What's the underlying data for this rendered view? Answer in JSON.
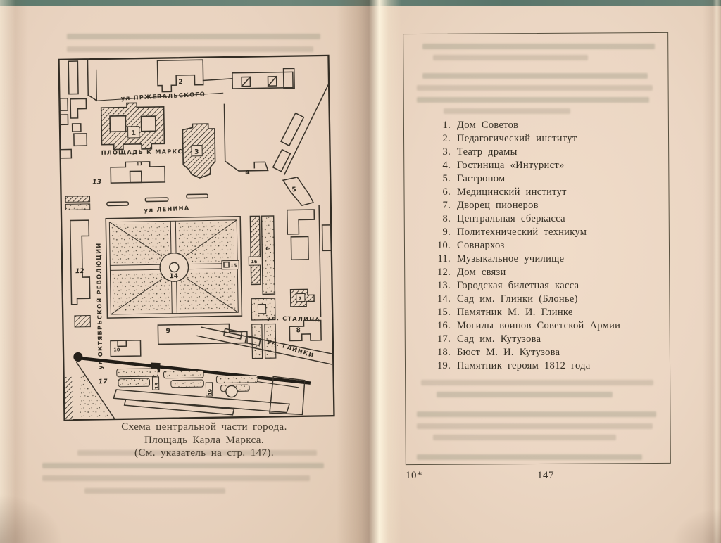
{
  "left_page": {
    "map": {
      "streets": {
        "przhevalskogo": "ул ПРЖЕВАЛЬСКОГО",
        "marksa_square": "ПЛОЩАДЬ К МАРКСА",
        "lenina": "ул ЛЕНИНА",
        "oktyabrskoy_revolyutsii": "ул ОКТЯБРЬСКОЙ РЕВОЛЮЦИИ",
        "stalina": "ул. СТАЛИНА",
        "glinki": "ул. ГЛИНКИ"
      },
      "markers": {
        "m1": "1",
        "m2": "2",
        "m3": "3",
        "m4": "4",
        "m5": "5",
        "m6": "6",
        "m7": "7",
        "m8": "8",
        "m9": "9",
        "m10": "10",
        "m11": "11",
        "m12": "12",
        "m13": "13",
        "m14": "14",
        "m15": "15",
        "m16": "16",
        "m17": "17",
        "m18": "18",
        "m19": "19"
      }
    },
    "caption": {
      "line1": "Схема центральной части города.",
      "line2": "Площадь Карла Маркса.",
      "line3": "(См. указатель на стр. 147)."
    }
  },
  "right_page": {
    "legend": {
      "items": [
        {
          "num": "1.",
          "label": "Дом Советов"
        },
        {
          "num": "2.",
          "label": "Педагогический институт"
        },
        {
          "num": "3.",
          "label": "Театр драмы"
        },
        {
          "num": "4.",
          "label": "Гостиница «Интурист»"
        },
        {
          "num": "5.",
          "label": "Гастроном"
        },
        {
          "num": "6.",
          "label": "Медицинский институт"
        },
        {
          "num": "7.",
          "label": "Дворец пионеров"
        },
        {
          "num": "8.",
          "label": "Центральная сберкасса"
        },
        {
          "num": "9.",
          "label": "Политехнический техникум"
        },
        {
          "num": "10.",
          "label": "Совнархоз"
        },
        {
          "num": "11.",
          "label": "Музыкальное училище"
        },
        {
          "num": "12.",
          "label": "Дом связи"
        },
        {
          "num": "13.",
          "label": "Городская билетная касса"
        },
        {
          "num": "14.",
          "label": "Сад им. Глинки (Блонье)"
        },
        {
          "num": "15.",
          "label": "Памятник М. И. Глинке"
        },
        {
          "num": "16.",
          "label": "Могилы воинов Советской Армии"
        },
        {
          "num": "17.",
          "label": "Сад им. Кутузова"
        },
        {
          "num": "18.",
          "label": "Бюст М. И. Кутузова"
        },
        {
          "num": "19.",
          "label": "Памятник героям 1812 года"
        }
      ]
    },
    "signature_mark": "10*",
    "page_number": "147"
  },
  "colors": {
    "paper": "#ebd6c3",
    "ink": "#3a342b",
    "scanner_strip": "#5d7a6d"
  }
}
